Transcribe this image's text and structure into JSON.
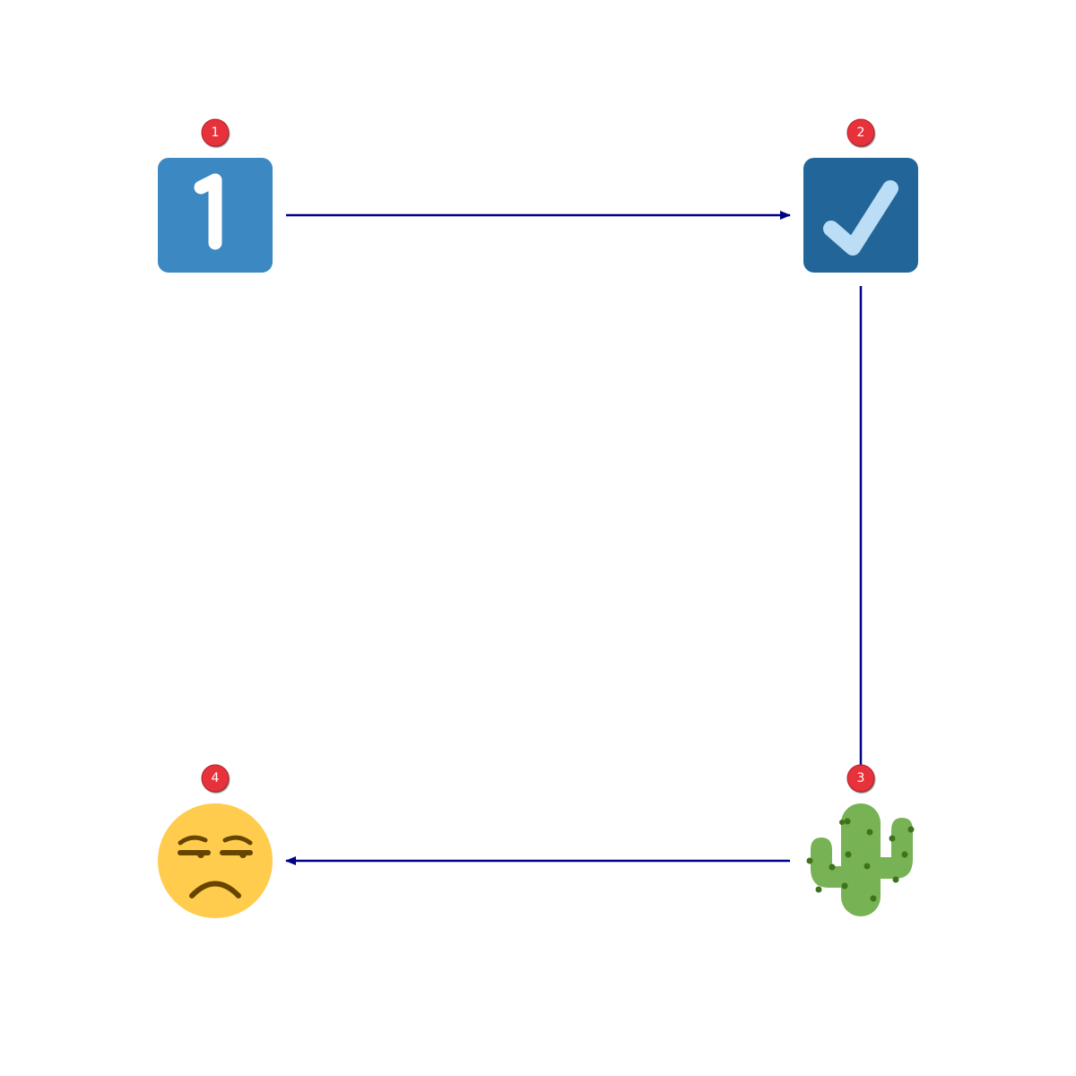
{
  "diagram": {
    "nodes": [
      {
        "id": "n1",
        "badge": "1",
        "icon": "keycap-digit-one-icon"
      },
      {
        "id": "n2",
        "badge": "2",
        "icon": "check-box-with-check-icon"
      },
      {
        "id": "n3",
        "badge": "3",
        "icon": "cactus-icon"
      },
      {
        "id": "n4",
        "badge": "4",
        "icon": "unamused-face-icon"
      }
    ],
    "edges": [
      {
        "from": "n1",
        "to": "n2"
      },
      {
        "from": "n2",
        "to": "n3"
      },
      {
        "from": "n3",
        "to": "n4"
      }
    ],
    "colors": {
      "edge": "#00008b",
      "badge": "#e8333a",
      "keycap": "#3b88c3",
      "checkbox": "#226699",
      "check": "#bbddf5",
      "cactus": "#77b255",
      "cactus_spines": "#3e721d",
      "face": "#ffcc4d",
      "face_features": "#664500"
    }
  }
}
